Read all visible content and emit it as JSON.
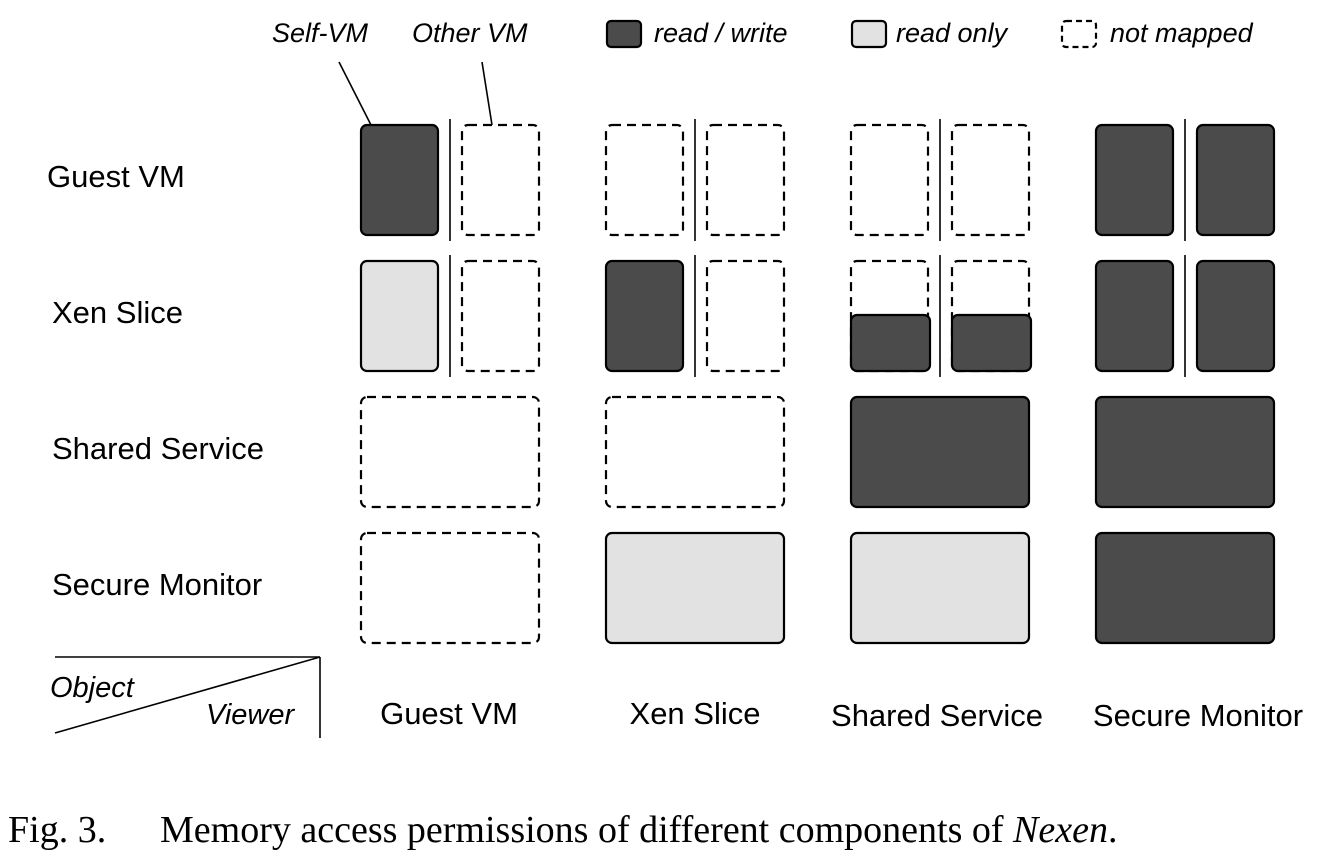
{
  "legend": {
    "self_vm": "Self-VM",
    "other_vm": "Other VM",
    "read_write": "read / write",
    "read_only": "read only",
    "not_mapped": "not mapped"
  },
  "corner": {
    "object": "Object",
    "viewer": "Viewer"
  },
  "rows": [
    "Guest VM",
    "Xen Slice",
    "Shared Service",
    "Secure Monitor"
  ],
  "columns": [
    "Guest VM",
    "Xen Slice",
    "Shared Service",
    "Secure Monitor"
  ],
  "cells": [
    [
      {
        "split": true,
        "self": "rw",
        "other": "none"
      },
      {
        "split": true,
        "self": "none",
        "other": "none"
      },
      {
        "split": true,
        "self": "none",
        "other": "none"
      },
      {
        "split": true,
        "self": "rw",
        "other": "rw"
      }
    ],
    [
      {
        "split": true,
        "self": "ro",
        "other": "none"
      },
      {
        "split": true,
        "self": "rw",
        "other": "none"
      },
      {
        "split": true,
        "self": "partial",
        "other": "partial"
      },
      {
        "split": true,
        "self": "rw",
        "other": "rw"
      }
    ],
    [
      {
        "split": false,
        "state": "none"
      },
      {
        "split": false,
        "state": "none"
      },
      {
        "split": false,
        "state": "rw"
      },
      {
        "split": false,
        "state": "rw"
      }
    ],
    [
      {
        "split": false,
        "state": "none"
      },
      {
        "split": false,
        "state": "ro"
      },
      {
        "split": false,
        "state": "ro"
      },
      {
        "split": false,
        "state": "rw"
      }
    ]
  ],
  "caption": {
    "label": "Fig. 3.",
    "text": "Memory access permissions of different components of ",
    "emphasis": "Nexen",
    "end": "."
  },
  "colors": {
    "read_write": "#4b4b4b",
    "read_only": "#e2e2e2",
    "not_mapped": "none"
  }
}
